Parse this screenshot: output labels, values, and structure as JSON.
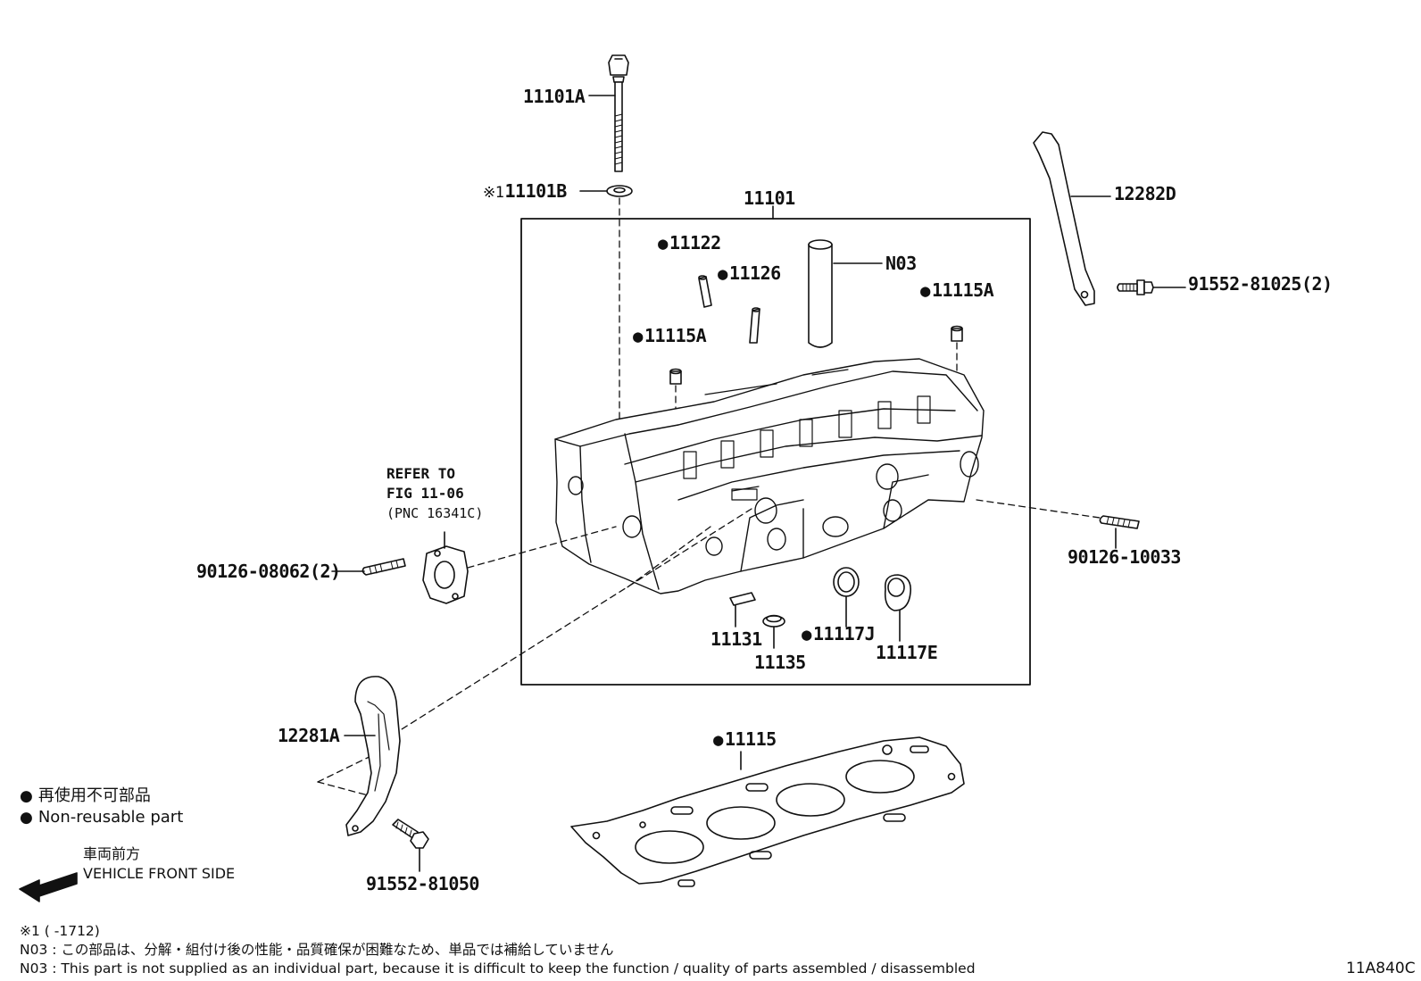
{
  "labels": {
    "head_bolt": "11101A",
    "bolt_washer": "11101B",
    "bolt_washer_marker": "※1",
    "cylinder_head": "11101",
    "plug_11122": "11122",
    "pin_11126": "11126",
    "note_part": "N03",
    "plug_11115a_left": "11115A",
    "plug_11115a_right": "11115A",
    "bracket_12282d": "12282D",
    "bolt_91552_81025": "91552-81025(2)",
    "stud_90126_08062": "90126-08062(2)",
    "stud_90126_10033": "90126-10033",
    "seal_11131": "11131",
    "ring_11135": "11135",
    "gasket_11117j": "11117J",
    "plug_11117e": "11117E",
    "bracket_12281a": "12281A",
    "head_gasket_11115": "11115",
    "bolt_91552_81050": "91552-81050"
  },
  "refer": {
    "line1": "REFER TO",
    "line2": "FIG 11-06",
    "line3": "(PNC 16341C)"
  },
  "legend": {
    "jp": "再使用不可部品",
    "en": "Non-reusable part",
    "bullet": "●"
  },
  "front": {
    "jp": "車両前方",
    "en": "VEHICLE FRONT SIDE"
  },
  "notes": {
    "line1": "※1 (        -1712)",
    "line2": "N03 : この部品は、分解・組付け後の性能・品質確保が困難なため、単品では補給していません",
    "line3": "N03 : This part is not supplied as an individual part, because it is difficult to keep the function / quality of parts  assembled / disassembled"
  },
  "illustration_code": "11A840C",
  "colors": {
    "line": "#111111",
    "background": "#ffffff"
  }
}
